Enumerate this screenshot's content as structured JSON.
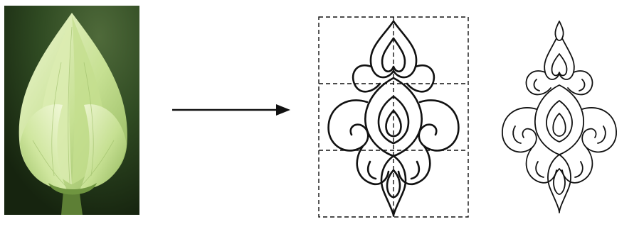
{
  "figure": {
    "photo": {
      "icon": "lotus-bud-photo"
    },
    "arrow": {
      "icon": "right-arrow-icon",
      "direction": "right"
    },
    "motif_with_grid": {
      "icon": "thai-lotus-motif-with-grid"
    },
    "motif_clean": {
      "icon": "thai-lotus-motif"
    }
  },
  "colors": {
    "background": "#ffffff",
    "photo_background": "#2f4a22",
    "bud_light": "#e6f2c4",
    "bud_mid": "#b9d982",
    "bud_dark": "#7fa54c",
    "stem": "#5d7f35",
    "ink": "#111111"
  }
}
